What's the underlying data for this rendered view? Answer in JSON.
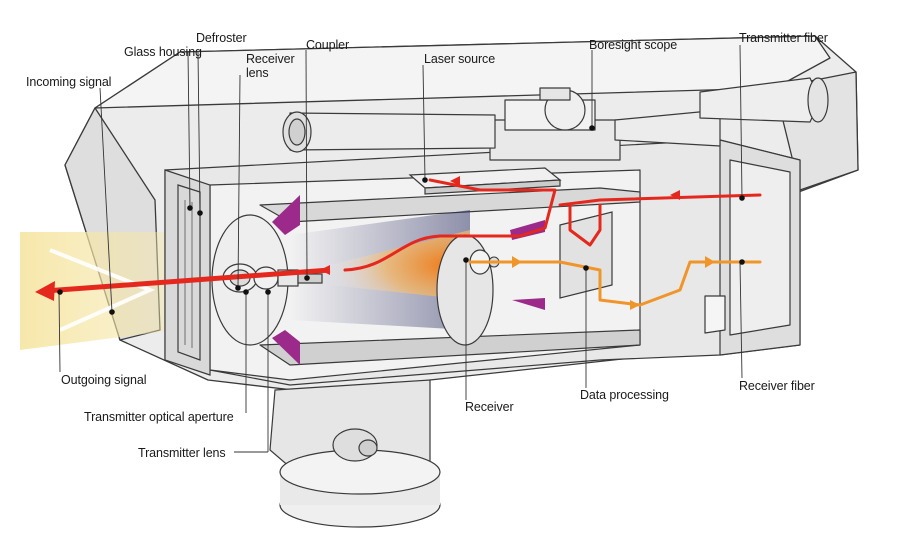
{
  "labels": {
    "glass_housing": "Glass housing",
    "defroster": "Defroster",
    "receiver_lens": "Receiver lens",
    "coupler": "Coupler",
    "laser_source": "Laser source",
    "boresight_scope": "Boresight scope",
    "transmitter_fiber": "Transmitter fiber",
    "incoming_signal": "Incoming signal",
    "outgoing_signal": "Outgoing signal",
    "transmitter_optical_aperture": "Transmitter optical aperture",
    "transmitter_lens": "Transmitter lens",
    "receiver": "Receiver",
    "data_processing": "Data processing",
    "receiver_fiber": "Receiver fiber"
  },
  "colors": {
    "housing": "#ececec",
    "housing_dark": "#c9c9c9",
    "outline": "#3a3a3a",
    "signal_red": "#e5281e",
    "signal_orange": "#f0952a",
    "beam_yellow": "#f6e6a6",
    "magenta_trim": "#9b2a8a"
  }
}
